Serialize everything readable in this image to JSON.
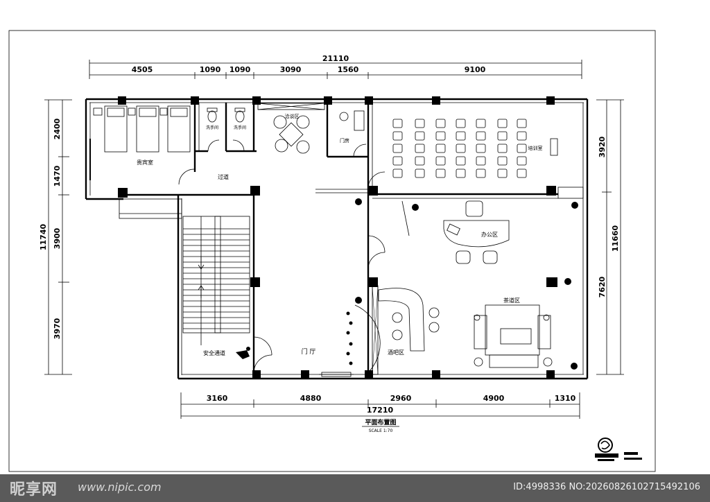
{
  "dimensions": {
    "top_total": "21110",
    "top": [
      "4505",
      "1090",
      "1090",
      "3090",
      "1560",
      "9100"
    ],
    "bottom_total": "17210",
    "bottom": [
      "3160",
      "4880",
      "2960",
      "4900",
      "1310"
    ],
    "left_total": "11740",
    "left": [
      "2400",
      "1470",
      "3900",
      "3970"
    ],
    "right_total": "11660",
    "right": [
      "3920",
      "7620"
    ]
  },
  "rooms": {
    "guest_room": "贵宾室",
    "washroom_1": "洗手间",
    "washroom_2": "洗手间",
    "negotiation": "洽谈区",
    "duty_room": "门房",
    "training": "培训室",
    "corridor": "过道",
    "office": "办公区",
    "tea": "茶道区",
    "stair": "安全通道",
    "lobby": "门 厅",
    "bar": "酒吧区"
  },
  "title": {
    "main": "平面布置图",
    "scale": "SCALE 1:70"
  },
  "watermark": {
    "logo": "昵享网",
    "url": "www.nipic.com",
    "id": "ID:4998336 NO:20260826102715492106"
  },
  "colors": {
    "line": "#000000",
    "paper": "#ffffff",
    "band": "#5a5a5a"
  },
  "icons": [
    "chair-icon",
    "plant-icon",
    "bed-icon",
    "stair-arrow-icon",
    "person-icon",
    "designer-logo-icon"
  ]
}
